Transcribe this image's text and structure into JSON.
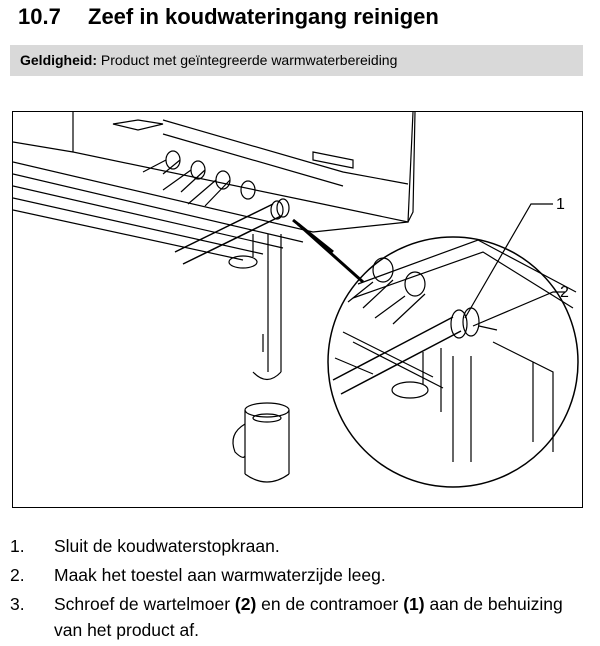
{
  "section": {
    "number": "10.7",
    "title": "Zeef in koudwateringang reinigen"
  },
  "validity": {
    "label": "Geldigheid:",
    "value": "Product met geïntegreerde warmwaterbereiding"
  },
  "figure": {
    "callouts": [
      "1",
      "2"
    ]
  },
  "steps": [
    {
      "number": "1.",
      "parts": [
        {
          "text": "Sluit de koudwaterstopkraan.",
          "bold": false
        }
      ]
    },
    {
      "number": "2.",
      "parts": [
        {
          "text": "Maak het toestel aan warmwaterzijde leeg.",
          "bold": false
        }
      ]
    },
    {
      "number": "3.",
      "parts": [
        {
          "text": "Schroef de wartelmoer ",
          "bold": false
        },
        {
          "text": "(2)",
          "bold": true
        },
        {
          "text": " en de contramoer ",
          "bold": false
        },
        {
          "text": "(1)",
          "bold": true
        },
        {
          "text": " aan de behuizing van het product af.",
          "bold": false
        }
      ]
    }
  ]
}
